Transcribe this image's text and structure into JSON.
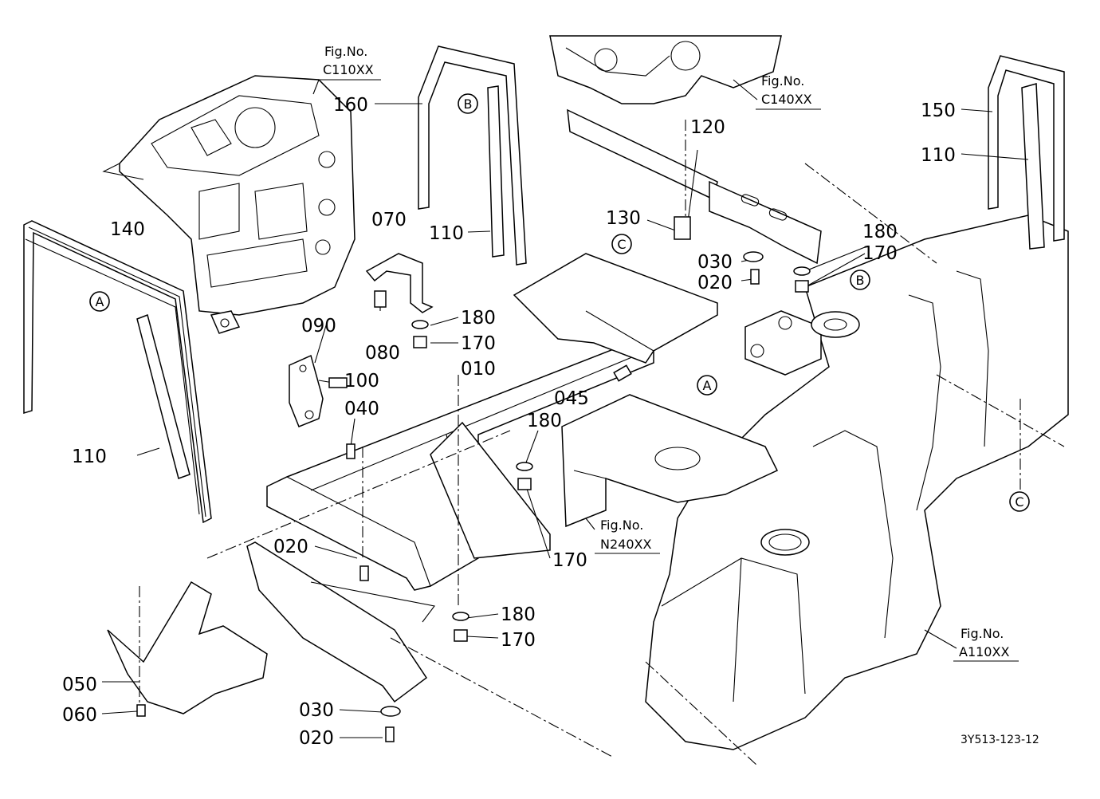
{
  "parts": {
    "p010": "010",
    "p020a": "020",
    "p020b": "020",
    "p020c": "020",
    "p030a": "030",
    "p030b": "030",
    "p040": "040",
    "p045": "045",
    "p050": "050",
    "p060": "060",
    "p070": "070",
    "p080": "080",
    "p090": "090",
    "p100": "100",
    "p110a": "110",
    "p110b": "110",
    "p110c": "110",
    "p120": "120",
    "p130": "130",
    "p140": "140",
    "p150": "150",
    "p160": "160",
    "p170a": "170",
    "p170b": "170",
    "p170c": "170",
    "p170d": "170",
    "p180a": "180",
    "p180b": "180",
    "p180c": "180",
    "p180d": "180"
  },
  "markers": {
    "a1": "A",
    "a2": "A",
    "b1": "B",
    "b2": "B",
    "c1": "C",
    "c2": "C"
  },
  "fig_refs": {
    "c110": {
      "label": "Fig.No.",
      "code": "C110XX"
    },
    "c140": {
      "label": "Fig.No.",
      "code": "C140XX"
    },
    "n240": {
      "label": "Fig.No.",
      "code": "N240XX"
    },
    "a110": {
      "label": "Fig.No.",
      "code": "A110XX"
    }
  },
  "drawing_code": "3Y513-123-12"
}
